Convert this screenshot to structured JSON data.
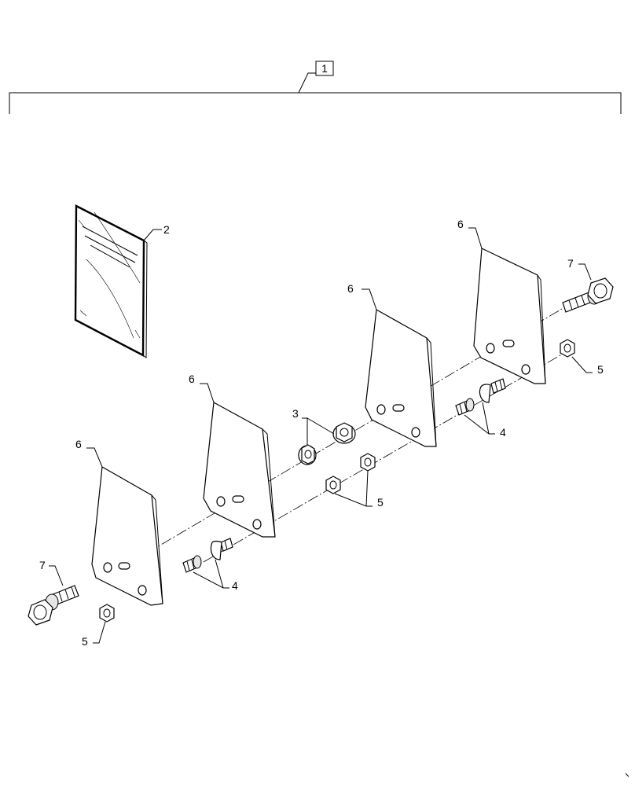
{
  "callouts": {
    "assembly": "1",
    "instructions": "2",
    "nut_flange": "3",
    "bolt_carriage_left": "4",
    "bolt_carriage_right": "4",
    "nut_center": "5",
    "nut_right": "5",
    "nut_left": "5",
    "plate_1": "6",
    "plate_2": "6",
    "plate_3": "6",
    "plate_4": "6",
    "bolt_right": "7",
    "bolt_left": "7"
  }
}
